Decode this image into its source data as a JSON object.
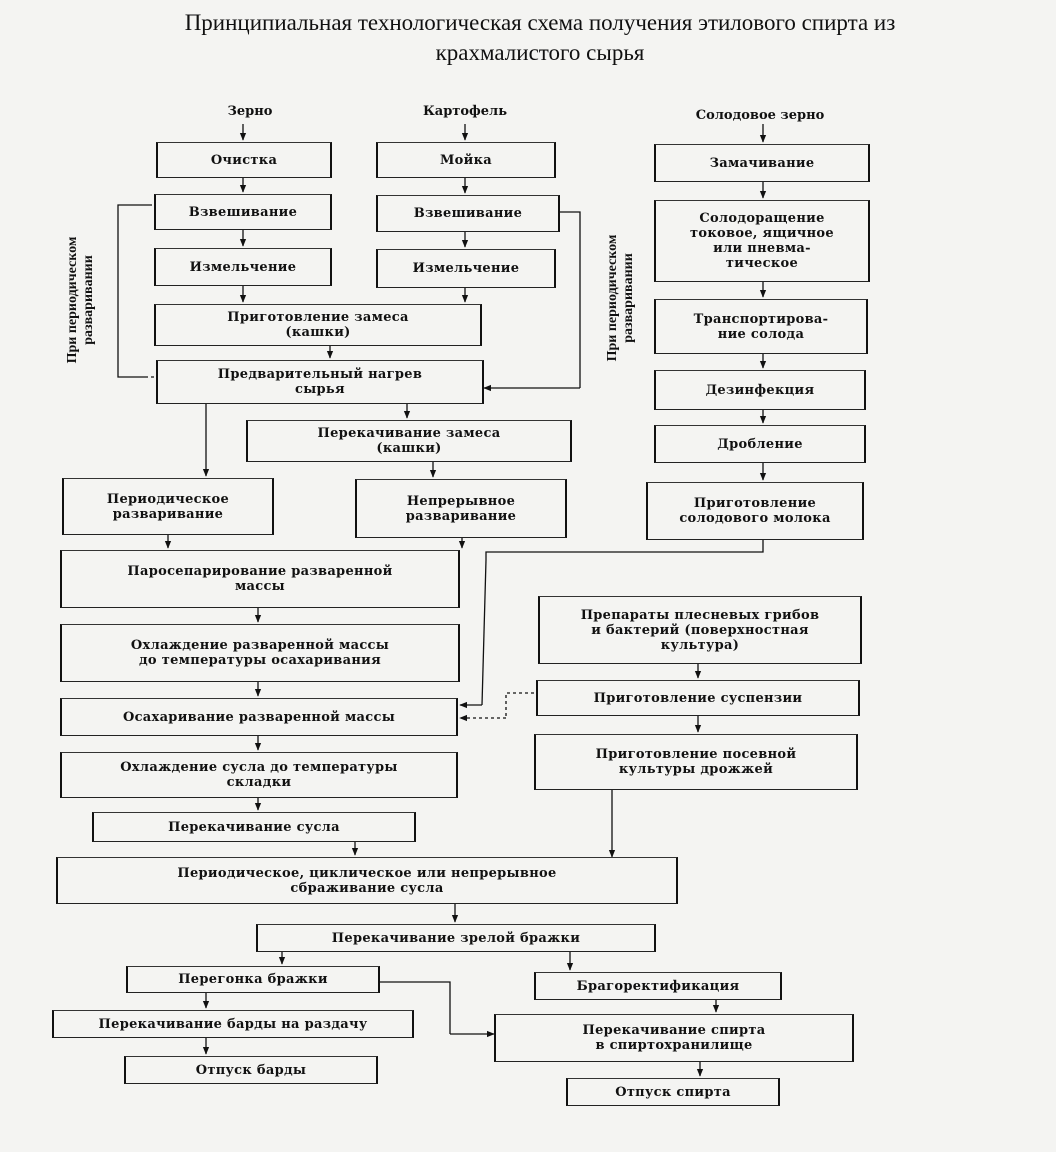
{
  "title": {
    "line1": "Принципиальная технологическая схема получения этилового спирта из",
    "line2": "крахмалистого сырья"
  },
  "columns": {
    "grain": "Зерно",
    "potato": "Картофель",
    "malt_grain": "Солодовое зерно"
  },
  "side_labels": {
    "left": "При периодическом\nразваривании",
    "right": "При периодическом\nразваривании"
  },
  "steps": {
    "grain_cleaning": "Очистка",
    "grain_weighing": "Взвешивание",
    "grain_grinding": "Измельчение",
    "potato_washing": "Мойка",
    "potato_weighing": "Взвешивание",
    "potato_grinding": "Измельчение",
    "mash_prep": "Приготовление замеса\n(кашки)",
    "preheating": "Предварительный нагрев\nсырья",
    "mash_pumping": "Перекачивание замеса\n(кашки)",
    "batch_cooking": "Периодическое\nразваривание",
    "continuous_cooking": "Непрерывное\nразваривание",
    "steam_separation": "Паросепарирование разваренной\nмассы",
    "cooling_to_sacch": "Охлаждение разваренной массы\nдо температуры осахаривания",
    "saccharification": "Осахаривание разваренной массы",
    "wort_cooling": "Охлаждение сусла до температуры\nскладки",
    "wort_pumping": "Перекачивание сусла",
    "fermentation": "Периодическое, циклическое или непрерывное\nсбраживание сусла",
    "beer_pumping": "Перекачивание зрелой бражки",
    "distillation": "Перегонка бражки",
    "stillage_pumping": "Перекачивание барды на раздачу",
    "stillage_release": "Отпуск барды",
    "rectification": "Брагоректификация",
    "spirit_pumping": "Перекачивание спирта\nв спиртохранилище",
    "spirit_release": "Отпуск спирта",
    "steeping": "Замачивание",
    "germination": "Солодоращение\nтоковое, ящичное\nили пневма-\nтическое",
    "malt_transport": "Транспортирова-\nние солода",
    "disinfection": "Дезинфекция",
    "crushing": "Дробление",
    "malt_milk": "Приготовление\nсолодового молока",
    "mold_preparations": "Препараты плесневых грибов\nи бактерий (поверхностная\nкультура)",
    "suspension_prep": "Приготовление суспензии",
    "yeast_culture": "Приготовление посевной\nкультуры дрожжей"
  },
  "colors": {
    "background": "#f4f4f2",
    "ink": "#111111"
  }
}
